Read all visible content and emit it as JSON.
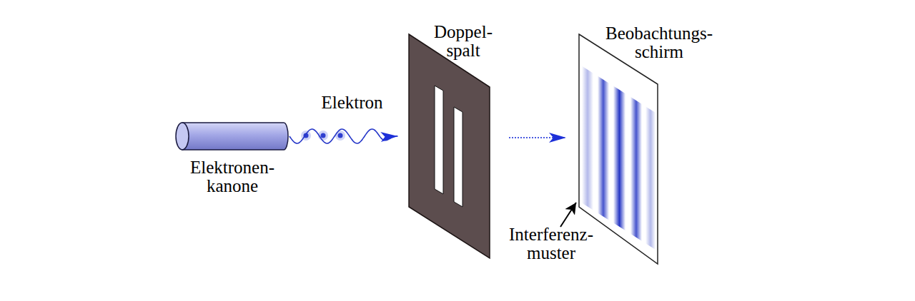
{
  "diagram": {
    "nodes": [
      {
        "text": [
          "Elektronen- kanone"
        ]
      },
      {
        "text": [
          "Doppel- spalt"
        ]
      },
      {
        "text": [
          "Beobachtungs- schirm"
        ]
      }
    ],
    "edges": [
      {
        "from": 0,
        "to": 1,
        "arrow": "to",
        "label": "Elektron"
      },
      {
        "from": 1,
        "to": 2,
        "arrow": "to"
      }
    ],
    "labels": [
      "Interferenz- muster"
    ]
  }
}
